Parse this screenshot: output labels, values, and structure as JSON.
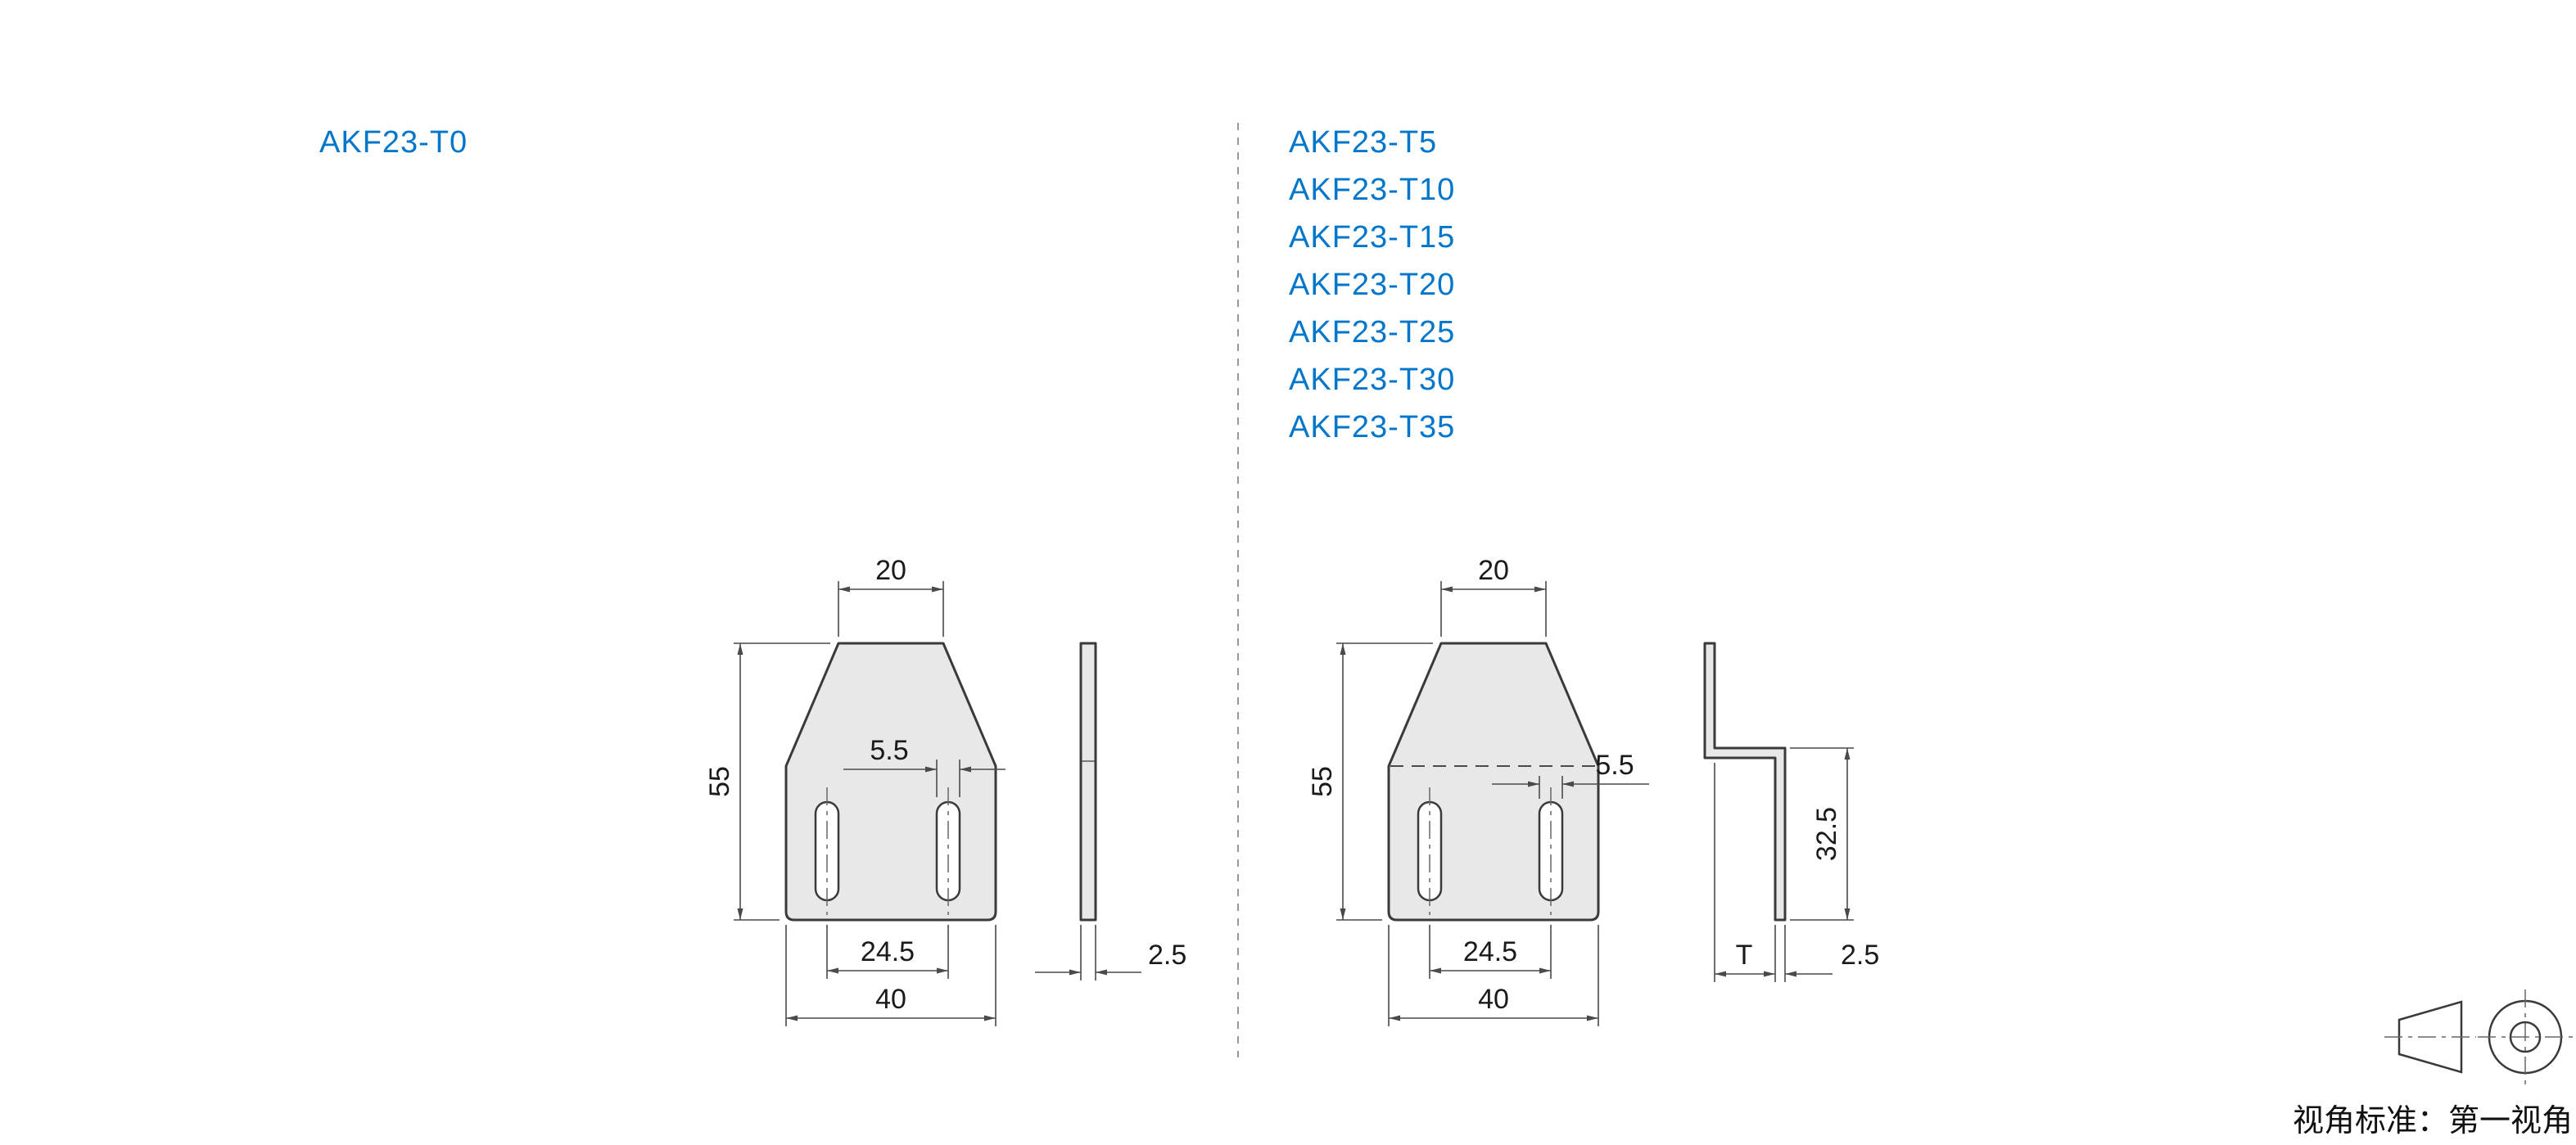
{
  "colors": {
    "part_link_blue": "#0076CB",
    "dimension_text": "#1a1a1a",
    "thickness_t_magenta": "#BE0DBE",
    "part_fill_gray": "#e8e8e8",
    "outline_dark": "#3a3a3a"
  },
  "left_panel": {
    "part_number": "AKF23-T0",
    "front_view": {
      "top_width": "20",
      "height": "55",
      "slot_width": "5.5",
      "slot_spacing": "24.5",
      "bottom_width": "40"
    },
    "side_view": {
      "thickness": "2.5"
    }
  },
  "right_panel": {
    "part_numbers": [
      "AKF23-T5",
      "AKF23-T10",
      "AKF23-T15",
      "AKF23-T20",
      "AKF23-T25",
      "AKF23-T30",
      "AKF23-T35"
    ],
    "front_view": {
      "top_width": "20",
      "height": "55",
      "slot_width": "5.5",
      "slot_spacing": "24.5",
      "bottom_width": "40"
    },
    "side_view": {
      "bend_height": "32.5",
      "offset_label": "T",
      "thickness": "2.5"
    }
  },
  "footer": {
    "projection_icon": "first-angle-projection-icon",
    "projection_label": "视角标准：第一视角"
  }
}
